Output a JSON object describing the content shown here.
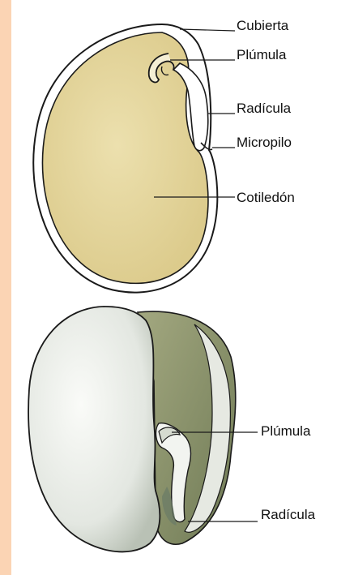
{
  "labels": {
    "top": {
      "cubierta": "Cubierta",
      "plumula": "Plúmula",
      "radicula": "Radícula",
      "micropilo": "Micropilo",
      "cotiledon": "Cotiledón"
    },
    "bottom": {
      "plumula": "Plúmula",
      "radicula": "Radícula"
    }
  },
  "colors": {
    "background": "#ffffff",
    "left_band": "#fbd4b4",
    "seed_fill": "#e7d9a4",
    "coat_outline": "#1a1a1a",
    "cotyledon_white": "#eef0ec",
    "cotyledon_shadow": "#9aa590",
    "inner_green": "#8b926a"
  }
}
